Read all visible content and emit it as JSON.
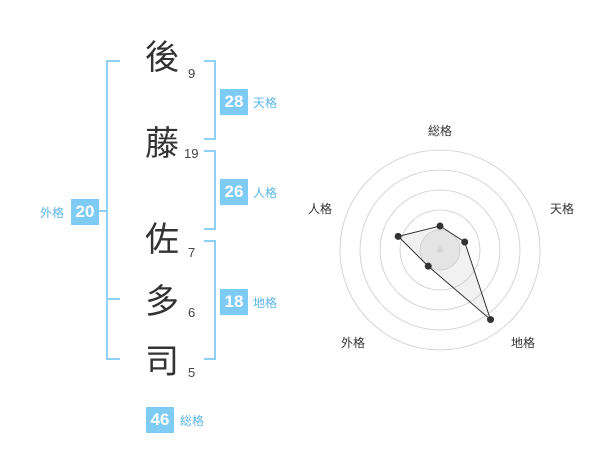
{
  "theme": {
    "accent": "#7ecbf3",
    "accent_text": "#5bb6e8",
    "line": "#8fd0f5"
  },
  "name": {
    "chars": [
      {
        "char": "後",
        "strokes": "9"
      },
      {
        "char": "藤",
        "strokes": "19"
      },
      {
        "char": "佐",
        "strokes": "7"
      },
      {
        "char": "多",
        "strokes": "6"
      },
      {
        "char": "司",
        "strokes": "5"
      }
    ]
  },
  "fortunes": {
    "tenkaku": {
      "value": "28",
      "label": "天格"
    },
    "jinkaku": {
      "value": "26",
      "label": "人格"
    },
    "chikaku": {
      "value": "18",
      "label": "地格"
    },
    "gaikaku": {
      "value": "20",
      "label": "外格"
    },
    "soukaku": {
      "value": "46",
      "label": "総格"
    }
  },
  "chart_data": {
    "type": "radar",
    "axes": [
      "総格",
      "天格",
      "地格",
      "外格",
      "人格"
    ],
    "values": [
      1.2,
      1.3,
      4.3,
      1.0,
      2.2
    ],
    "rmax": 5,
    "rings": 5
  }
}
